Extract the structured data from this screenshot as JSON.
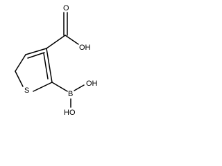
{
  "molecule": {
    "atoms": {
      "oxygen_carbonyl": "O",
      "hydroxyl_acid": "OH",
      "sulfur": "S",
      "boron": "B",
      "hydroxyl_boron_1": "OH",
      "hydroxyl_boron_2": "HO"
    }
  }
}
